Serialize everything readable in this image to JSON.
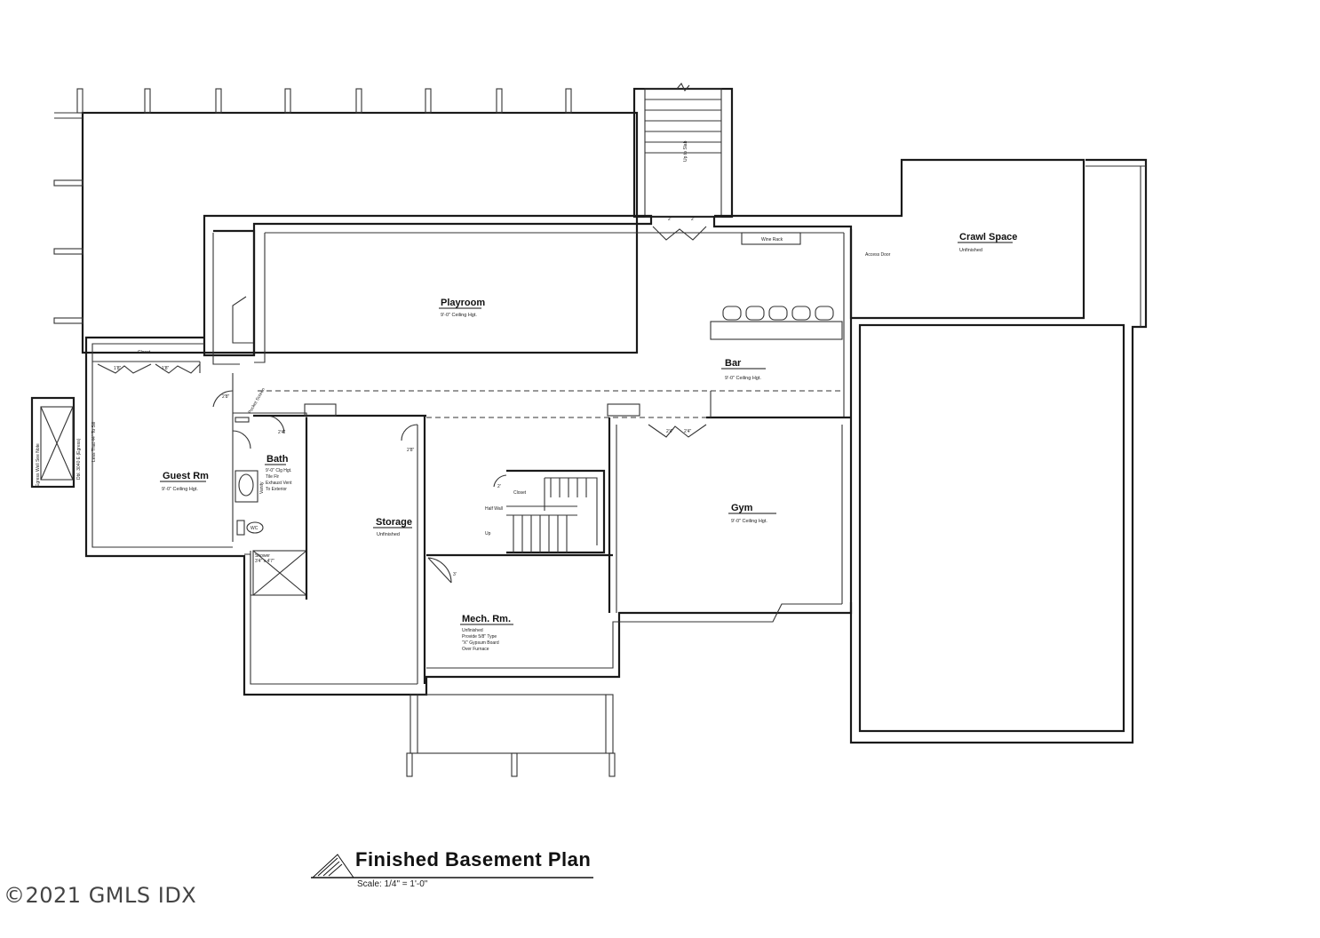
{
  "plan": {
    "title": "Finished Basement Plan",
    "scale": "Scale: 1/4\" = 1'-0\""
  },
  "watermark": "©2021 GMLS IDX",
  "rooms": {
    "playroom": {
      "name": "Playroom",
      "note": "9'-0\" Ceiling Hgt."
    },
    "bar": {
      "name": "Bar",
      "note": "9'-0\" Ceiling Hgt."
    },
    "guest": {
      "name": "Guest Rm",
      "note": "9'-0\" Ceiling Hgt."
    },
    "bath": {
      "name": "Bath",
      "note1": "9'-0\" Clg Hgt.",
      "note2": "Tile Flr",
      "note3": "Exhaust Vent",
      "note4": "To Exterior"
    },
    "storage": {
      "name": "Storage",
      "note": "Unfinished"
    },
    "gym": {
      "name": "Gym",
      "note": "9'-0\" Ceiling Hgt."
    },
    "mech": {
      "name": "Mech. Rm.",
      "note1": "Unfinished",
      "note2": "Provide 5/8\" Type",
      "note3": "\"X\" Gypsum Board",
      "note4": "Over Furnace"
    },
    "crawl": {
      "name": "Crawl Space",
      "note": "Unfinished"
    }
  },
  "labels": {
    "closet_guest": "Closet",
    "closet_stair": "Closet",
    "wine_rack": "Wine Rack",
    "access_door": "Access Door",
    "half_wall": "Half Wall",
    "up": "Up",
    "stair_top": "Up to Slab",
    "shower": "Shower",
    "shower_size": "3'4\" x 4'7\"",
    "wc": "WC",
    "vanity": "Vanity",
    "egress_side": "Egress Well See Note",
    "egress_window": "Less That 44\" To Sill",
    "egress_window2": "Dbl. 3040 E (Egress)",
    "pocket": "Pocket Screen",
    "door_2f": "2'",
    "door_3f": "3'",
    "door_2_8": "2'8\"",
    "door_1_8": "1'8\"",
    "door_2_4": "2'4\"",
    "door_2_0": "2'0\""
  }
}
